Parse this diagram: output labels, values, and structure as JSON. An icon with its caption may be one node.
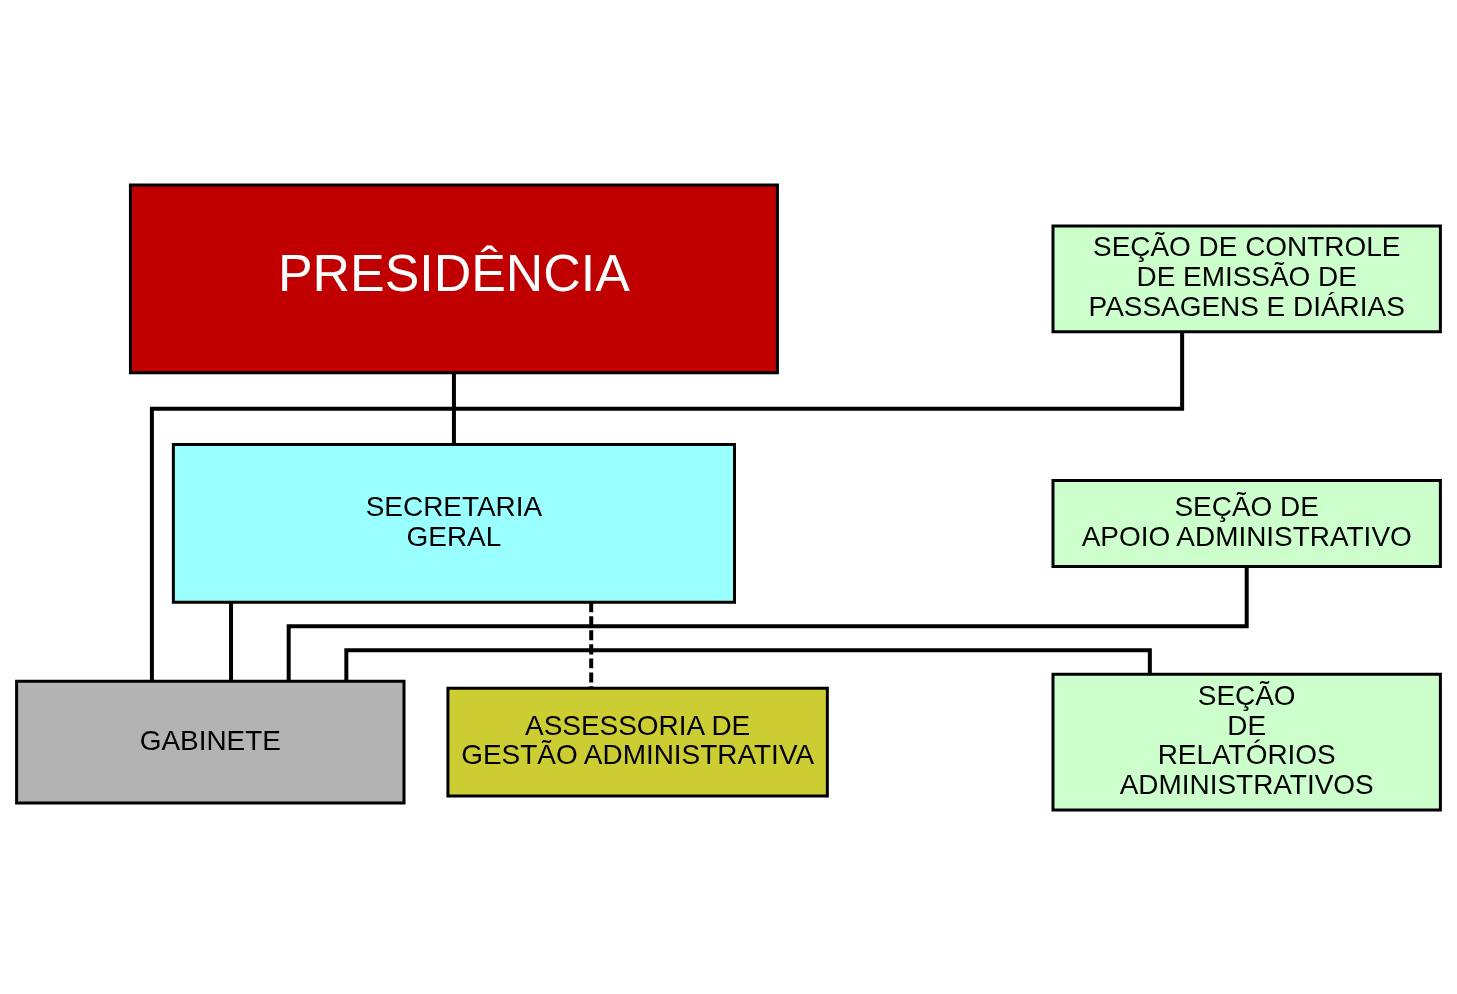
{
  "diagram": {
    "nodes": [
      {
        "text": [
          "PRESIDÊNCIA"
        ]
      },
      {
        "text": [
          "SECRETARIA GERAL"
        ]
      },
      {
        "text": [
          "GABINETE"
        ]
      },
      {
        "text": [
          "SEÇÃO DE CONTROLE DE EMISSÃO DE PASSAGENS E DIÁRIAS"
        ]
      },
      {
        "text": [
          "SEÇÃO DE APOIO ADMINISTRATIVO"
        ]
      },
      {
        "text": [
          "SEÇÃO DE RELATÓRIOS ADMINISTRATIVOS"
        ]
      },
      {
        "text": [
          "ASSESSORIA DE GESTÃO ADMINISTRATIVA"
        ]
      }
    ],
    "edges": [
      {
        "from": 0,
        "to": 1,
        "arrow": "none"
      },
      {
        "from": 1,
        "to": 2,
        "arrow": "none"
      },
      {
        "from": 1,
        "to": 6,
        "arrow": "none",
        "style": "dashed"
      },
      {
        "from": 2,
        "to": 3,
        "arrow": "none"
      },
      {
        "from": 2,
        "to": 4,
        "arrow": "none"
      },
      {
        "from": 2,
        "to": 5,
        "arrow": "none"
      }
    ]
  }
}
